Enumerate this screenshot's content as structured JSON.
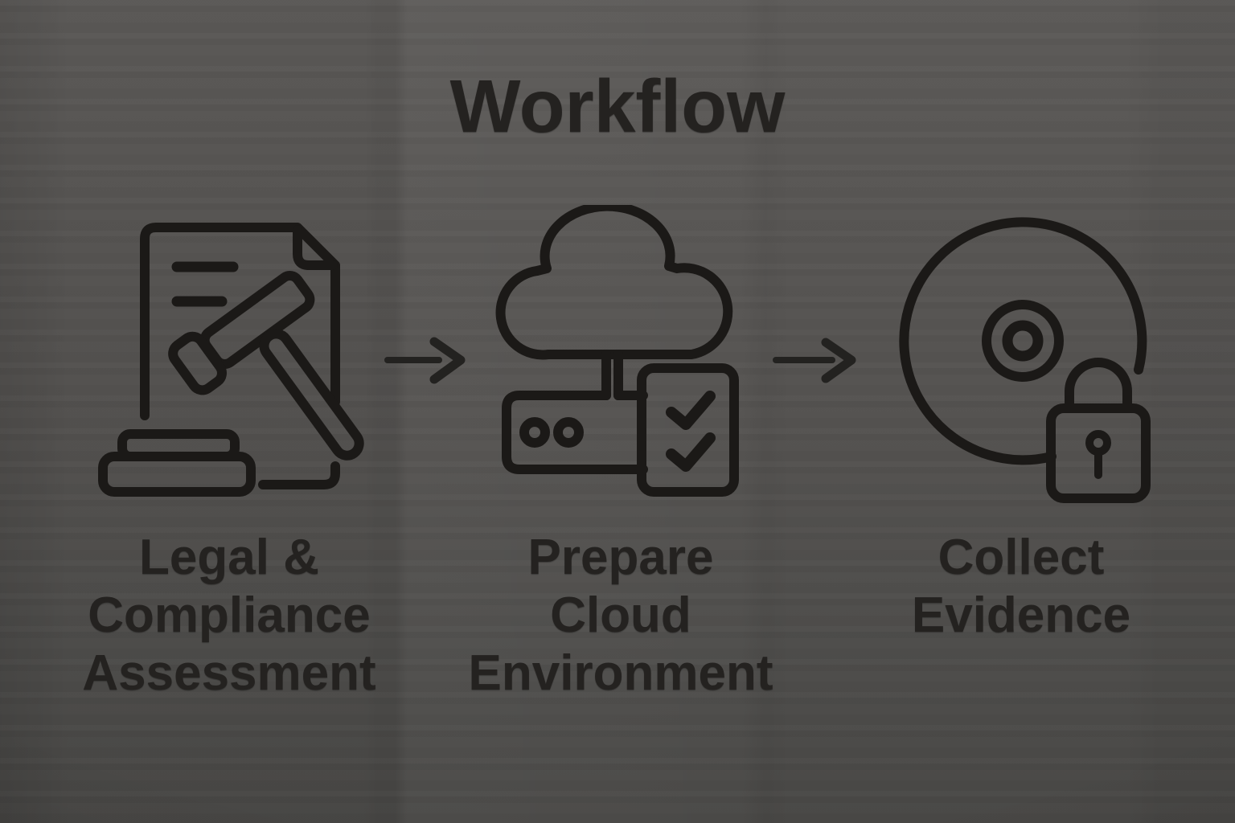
{
  "title": "Workflow",
  "steps": [
    {
      "id": "step-1",
      "icon": "legal-document-gavel-icon",
      "label": "Legal & Compliance Assessment",
      "label_lines": [
        "Legal &",
        "Compliance",
        "Assessment"
      ]
    },
    {
      "id": "step-2",
      "icon": "cloud-server-checklist-icon",
      "label": "Prepare Cloud Environment",
      "label_lines": [
        "Prepare",
        "Cloud",
        "Environment"
      ]
    },
    {
      "id": "step-3",
      "icon": "disc-lock-icon",
      "label": "Collect Evidence",
      "label_lines": [
        "Collect",
        "Evidence"
      ]
    }
  ],
  "connectors": [
    {
      "type": "arrow-right-icon"
    },
    {
      "type": "arrow-right-icon"
    }
  ],
  "colors": {
    "background_top": "#5c5a58",
    "background_bottom": "#494846",
    "ink": "#1b1917",
    "text": "#242220"
  }
}
